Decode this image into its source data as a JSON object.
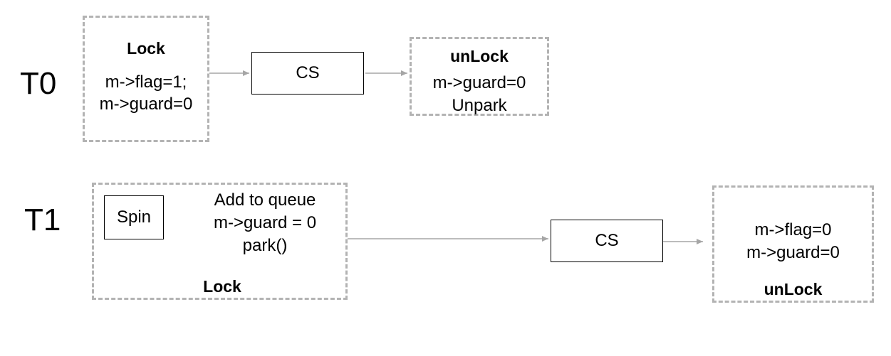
{
  "t0": {
    "label": "T0",
    "lock": {
      "title": "Lock",
      "lines": [
        "m->flag=1;",
        "m->guard=0"
      ]
    },
    "cs": "CS",
    "unlock": {
      "title": "unLock",
      "lines": [
        "m->guard=0",
        "Unpark"
      ]
    }
  },
  "t1": {
    "label": "T1",
    "lock": {
      "spin": "Spin",
      "lines": [
        "Add to queue",
        "m->guard = 0",
        "park()"
      ],
      "title": "Lock"
    },
    "cs": "CS",
    "unlock": {
      "lines": [
        "m->flag=0",
        "m->guard=0"
      ],
      "title": "unLock"
    }
  },
  "colors": {
    "dashed_border": "#b3b3b3",
    "arrow": "#a6a6a6",
    "solid_border": "#000000"
  }
}
